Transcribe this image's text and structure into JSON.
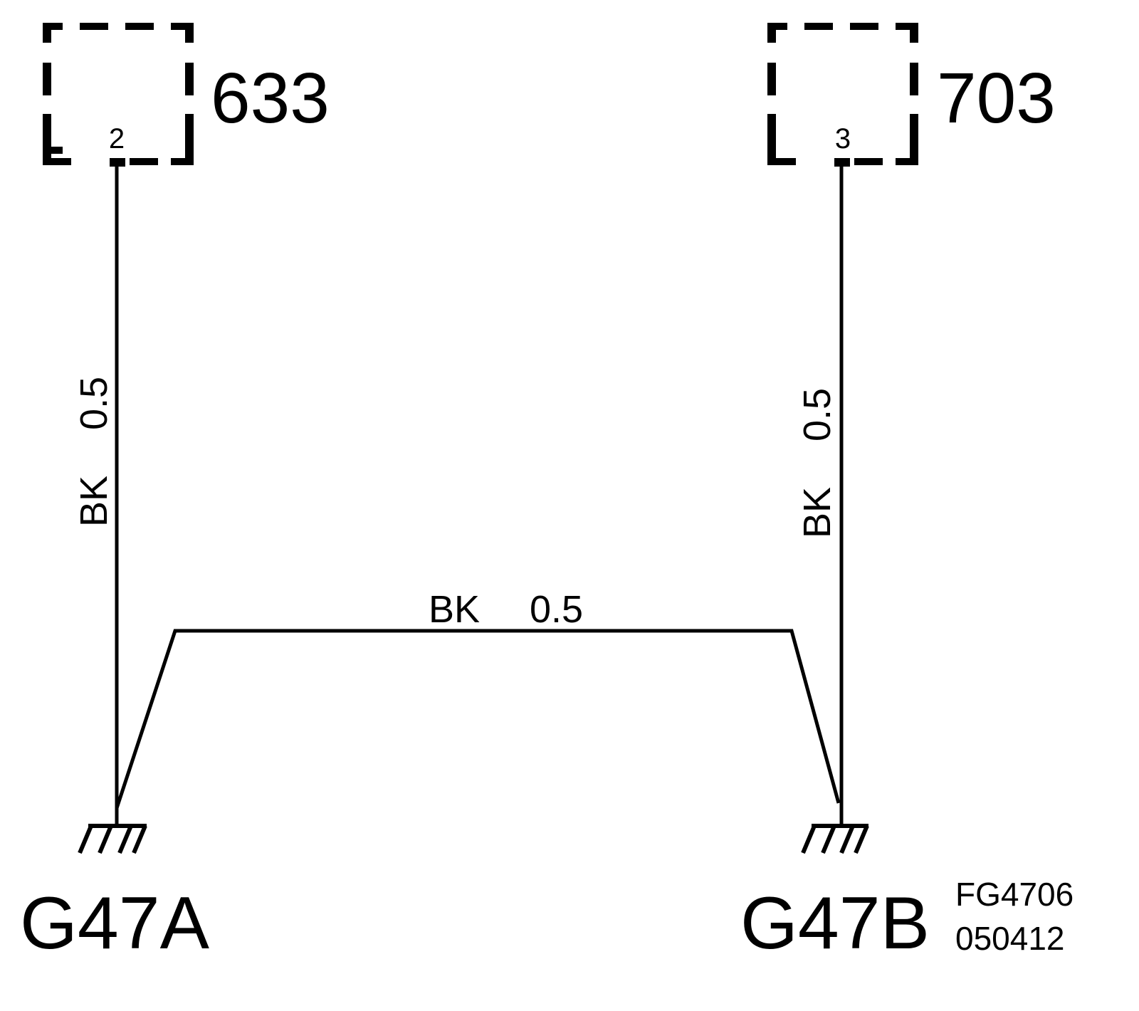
{
  "components": [
    {
      "id": "633",
      "pin": "2"
    },
    {
      "id": "703",
      "pin": "3"
    }
  ],
  "wires": {
    "left": {
      "color": "BK",
      "size": "0.5"
    },
    "right": {
      "color": "BK",
      "size": "0.5"
    },
    "bridge": {
      "color": "BK",
      "size": "0.5"
    }
  },
  "grounds": {
    "left": "G47A",
    "right": "G47B"
  },
  "figure_ref": {
    "code": "FG4706",
    "date": "050412"
  },
  "colors": {
    "ink": "#000000",
    "background": "#ffffff"
  }
}
